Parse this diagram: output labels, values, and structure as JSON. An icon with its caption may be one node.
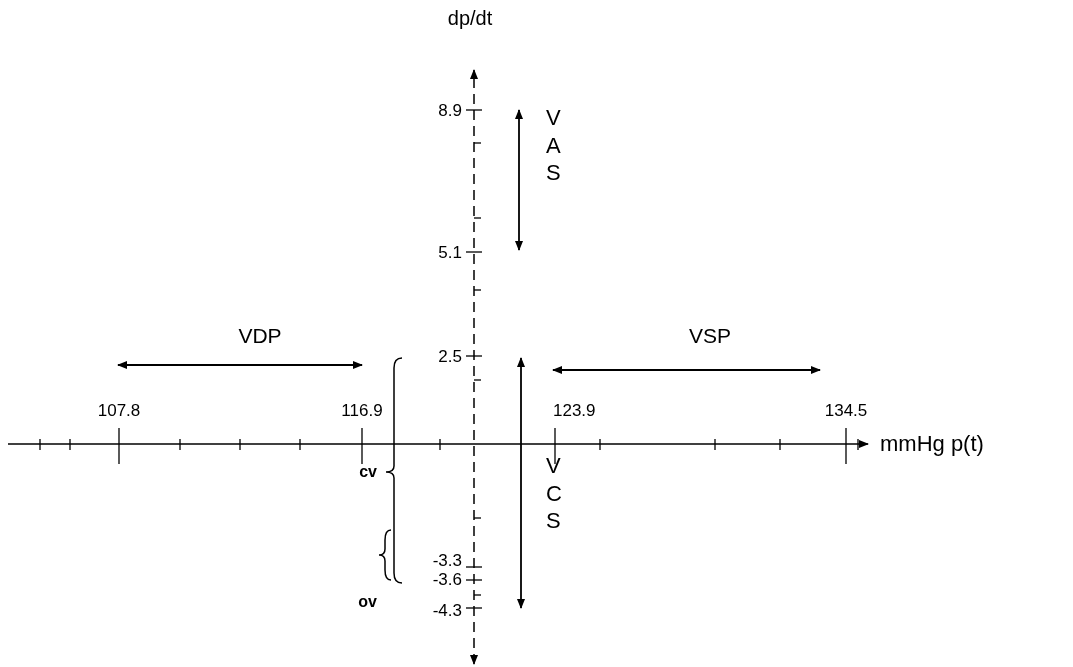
{
  "diagram": {
    "labels": [
      "dp/dt",
      "8.9",
      "VAS",
      "5.1",
      "VDP",
      "VSP",
      "2.5",
      "107.8",
      "116.9",
      "123.9",
      "134.5",
      "mmHg p(t)",
      "cv",
      "VCS",
      "-3.3",
      "-3.6",
      "ov",
      "-4.3"
    ]
  }
}
